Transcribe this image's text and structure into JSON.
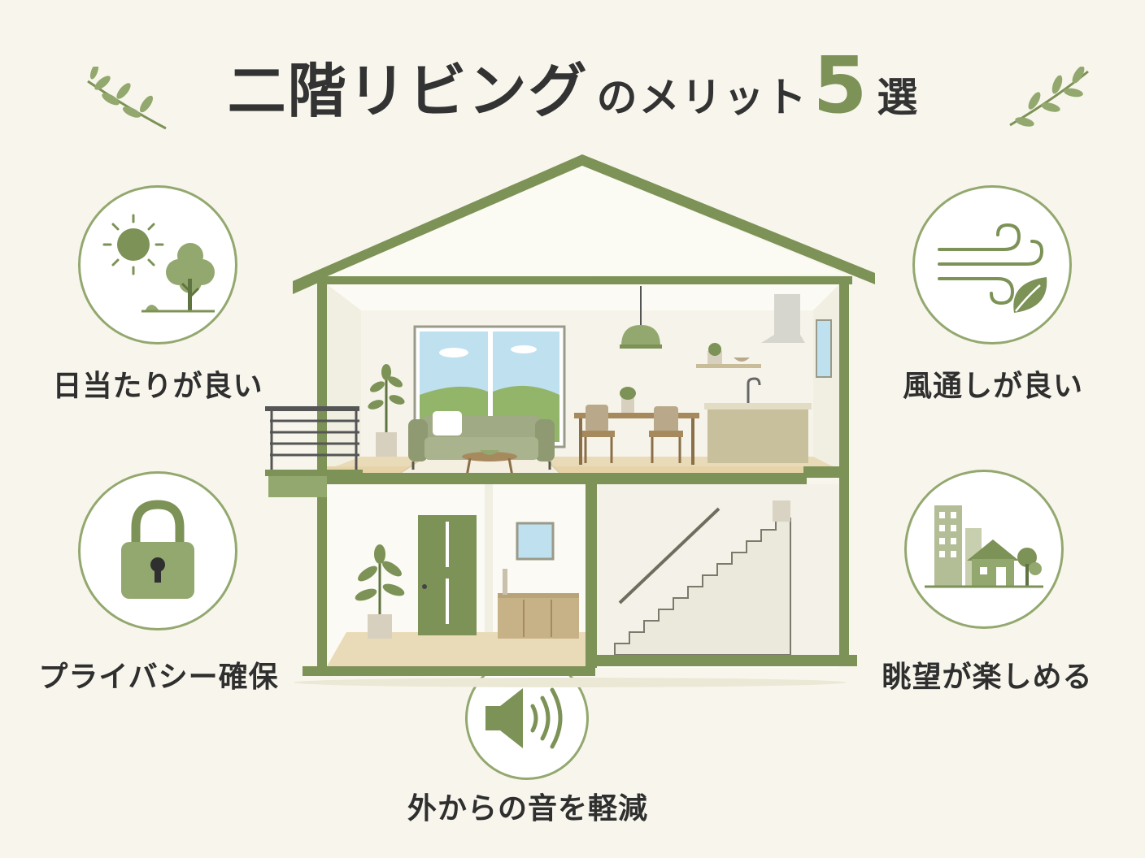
{
  "title": {
    "main": "二階リビング",
    "particle": "のメリット",
    "number": "5",
    "suffix": "選"
  },
  "colors": {
    "accent": "#7c9256",
    "circle_border": "#93a86f",
    "background": "#f8f6ec"
  },
  "benefits": [
    {
      "icon": "sun-tree-icon",
      "label": "日当たりが良い"
    },
    {
      "icon": "lock-icon",
      "label": "プライバシー確保"
    },
    {
      "icon": "wind-leaf-icon",
      "label": "風通しが良い"
    },
    {
      "icon": "city-house-icon",
      "label": "眺望が楽しめる"
    },
    {
      "icon": "speaker-icon",
      "label": "外からの音を軽減"
    }
  ]
}
